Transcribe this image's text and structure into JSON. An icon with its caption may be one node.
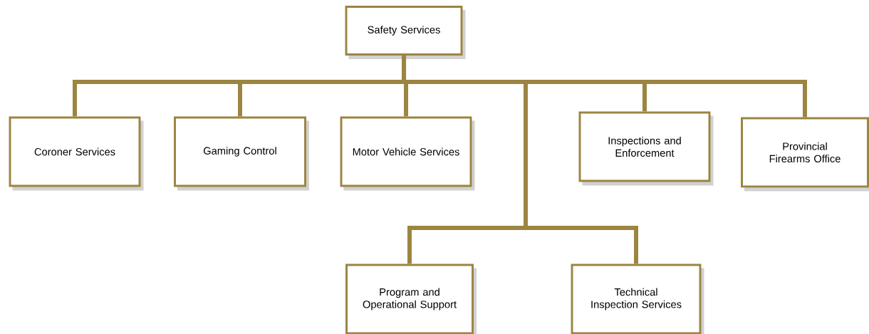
{
  "diagram": {
    "nodes": [
      {
        "text": [
          "Safety Services"
        ]
      },
      {
        "text": [
          "Coroner Services"
        ]
      },
      {
        "text": [
          "Gaming Control"
        ]
      },
      {
        "text": [
          "Motor Vehicle Services"
        ]
      },
      {
        "text": [
          "Inspections and Enforcement"
        ]
      },
      {
        "text": [
          "Provincial Firearms Office"
        ]
      },
      {
        "text": [
          "Program and Operational Support"
        ]
      },
      {
        "text": [
          "Technical Inspection Services"
        ]
      }
    ],
    "edges": [
      {
        "from": 0,
        "to": 1,
        "arrow": "none"
      },
      {
        "from": 0,
        "to": 2,
        "arrow": "none"
      },
      {
        "from": 0,
        "to": 3,
        "arrow": "none"
      },
      {
        "from": 0,
        "to": 4,
        "arrow": "none"
      },
      {
        "from": 0,
        "to": 5,
        "arrow": "none"
      },
      {
        "from": 0,
        "to": 6,
        "arrow": "none"
      },
      {
        "from": 0,
        "to": 7,
        "arrow": "none"
      }
    ]
  }
}
